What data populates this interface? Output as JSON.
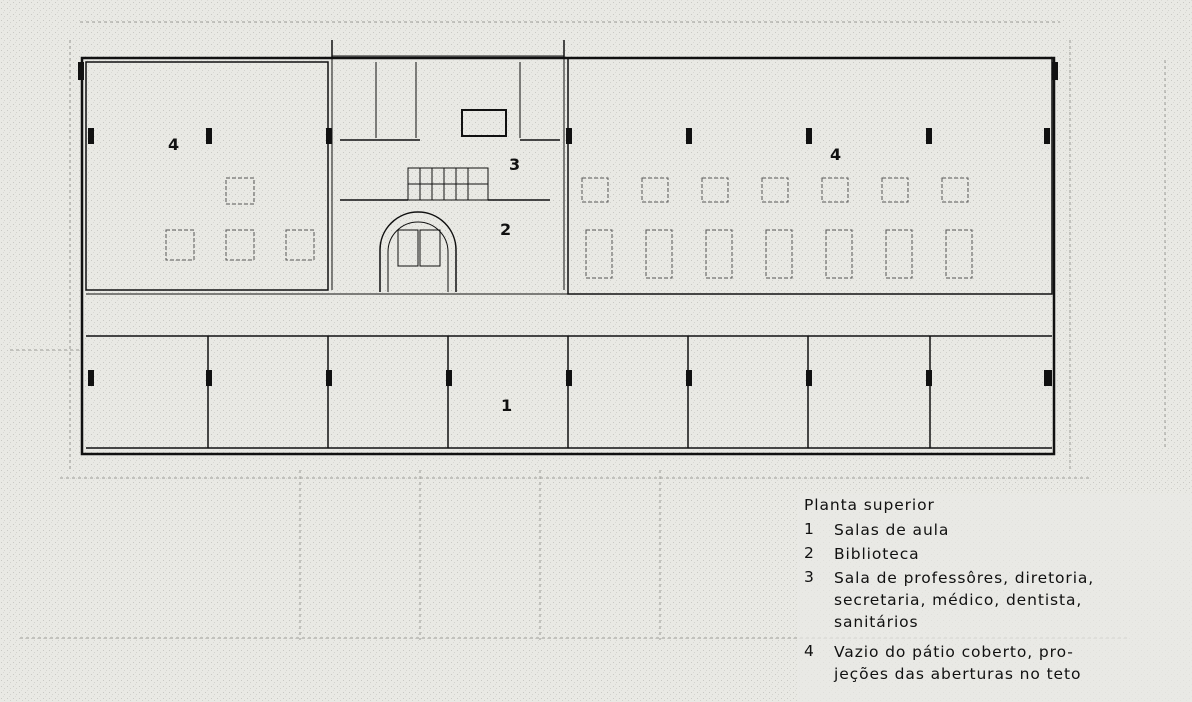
{
  "plan": {
    "room_labels": [
      {
        "id": "classrooms",
        "text": "1"
      },
      {
        "id": "library",
        "text": "2"
      },
      {
        "id": "staff",
        "text": "3"
      },
      {
        "id": "void-left",
        "text": "4"
      },
      {
        "id": "void-right",
        "text": "4"
      }
    ]
  },
  "legend": {
    "title": "Planta superior",
    "items": [
      {
        "number": "1",
        "lines": [
          "Salas de aula"
        ]
      },
      {
        "number": "2",
        "lines": [
          "Biblioteca"
        ]
      },
      {
        "number": "3",
        "lines": [
          "Sala de professôres, diretoria,",
          "secretaria, médico, dentista,",
          "sanitários"
        ]
      },
      {
        "number": "4",
        "lines": [
          "Vazio do pátio coberto, pro-",
          "jeções das aberturas no teto"
        ]
      }
    ]
  },
  "colors": {
    "ink": "#111111",
    "paper": "#e9e9e4",
    "faint": "#9a9a96"
  }
}
